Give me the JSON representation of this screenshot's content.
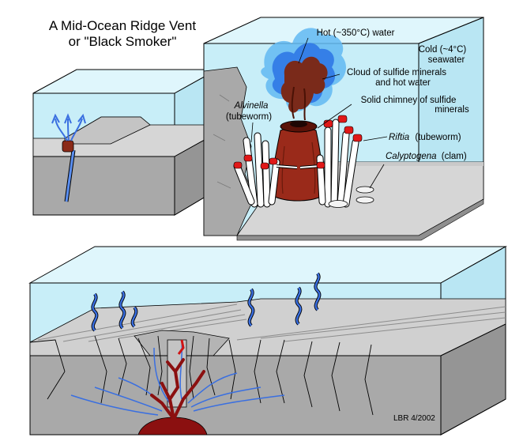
{
  "title": {
    "line1": "A Mid-Ocean Ridge Vent",
    "line2": "or \"Black Smoker\""
  },
  "labels": {
    "hot_water": "Hot (~350°C) water",
    "cold_line1": "Cold (~4°C)",
    "cold_line2": "seawater",
    "cloud_line1": "Cloud of sulfide minerals",
    "cloud_line2": "and hot water",
    "chimney_line1": "Solid chimney of sulfide",
    "chimney_line2": "minerals",
    "alvinella_name": "Alvinella",
    "alvinella_type": "(tubeworm)",
    "riftia_name": "Riftia",
    "riftia_type": "(tubeworm)",
    "calyptogena_name": "Calyptogena",
    "calyptogena_type": "(clam)"
  },
  "credit": "LBR 4/2002",
  "colors": {
    "water": "#c8eef8",
    "rock_top": "#d6d6d6",
    "rock_side": "#a9a9a9",
    "rock_dark": "#8a8a8a",
    "flow_blue": "#3a6fe0",
    "plume_blue": "#62b8f2",
    "chimney": "#9a2a1a",
    "magma": "#8b1010",
    "tube_red": "#e01818"
  }
}
